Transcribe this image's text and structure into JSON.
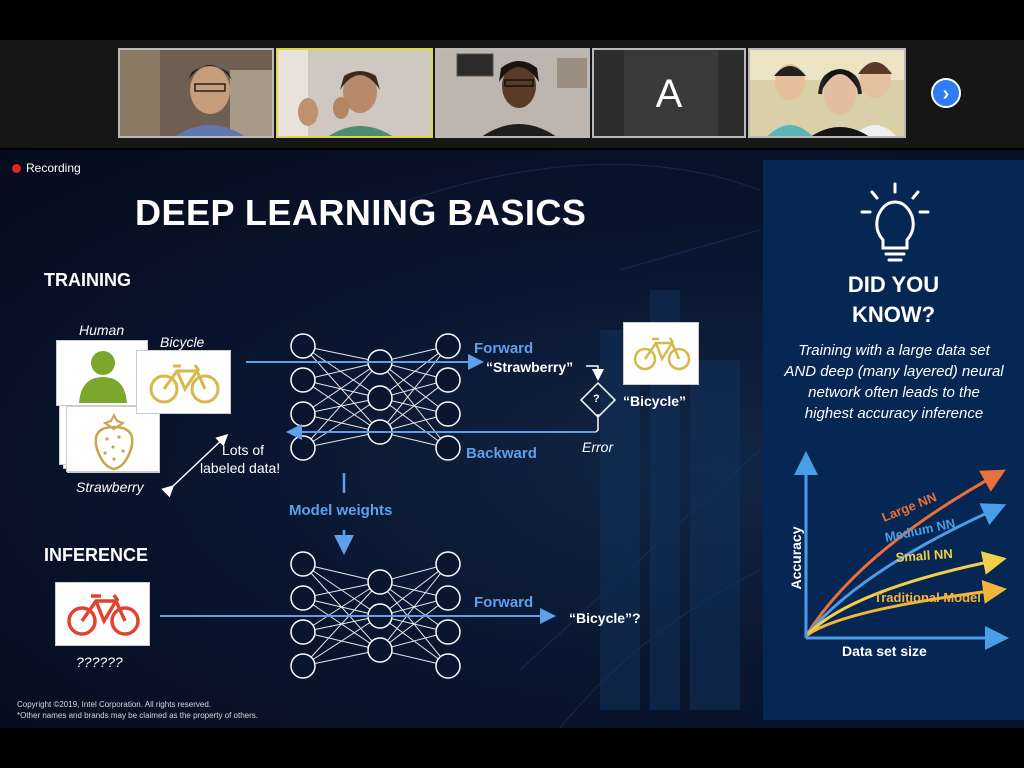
{
  "recording": {
    "label": "Recording",
    "dot_color": "#e02424"
  },
  "participants": [
    {
      "name": "participant-1",
      "type": "video"
    },
    {
      "name": "participant-2",
      "type": "video",
      "speaking": true
    },
    {
      "name": "participant-3",
      "type": "video"
    },
    {
      "name": "participant-4",
      "type": "initial",
      "initial": "A"
    },
    {
      "name": "participant-5",
      "type": "video"
    }
  ],
  "next_button": {
    "icon": "chevron-right-icon",
    "color": "#2e7cf6"
  },
  "slide": {
    "title": "DEEP LEARNING BASICS",
    "training": {
      "heading": "TRAINING",
      "human_label": "Human",
      "bicycle_label": "Bicycle",
      "strawberry_label": "Strawberry",
      "lots_line1": "Lots of",
      "lots_line2": "labeled data!",
      "forward": "Forward",
      "backward": "Backward",
      "prediction": "“Strawberry”",
      "error": "Error",
      "compare": "?",
      "answer": "“Bicycle”"
    },
    "model_weights": "Model weights",
    "inference": {
      "heading": "INFERENCE",
      "unknown": "??????",
      "forward": "Forward",
      "result": "“Bicycle”?"
    },
    "copyright_line1": "Copyright ©2019, Intel Corporation. All rights reserved.",
    "copyright_line2": "*Other names and brands may be claimed as the property of others.",
    "did_you_know": {
      "heading_line1": "DID YOU",
      "heading_line2": "KNOW?",
      "body": "Training with a large data set AND deep (many layered) neural network often leads to the highest accuracy inference"
    }
  },
  "chart_data": {
    "type": "line",
    "xlabel": "Data set size",
    "ylabel": "Accuracy",
    "series": [
      {
        "name": "Large NN",
        "color": "#e8703a"
      },
      {
        "name": "Medium NN",
        "color": "#4a9ee8"
      },
      {
        "name": "Small NN",
        "color": "#f2cf4a"
      },
      {
        "name": "Traditional Model",
        "color": "#f2b53a"
      }
    ]
  },
  "colors": {
    "accent_blue": "#5ea0ee",
    "panel": "#062654",
    "bike_icon": "#d7b84a",
    "bike_red": "#e0432f",
    "human_icon": "#7ca62c"
  }
}
